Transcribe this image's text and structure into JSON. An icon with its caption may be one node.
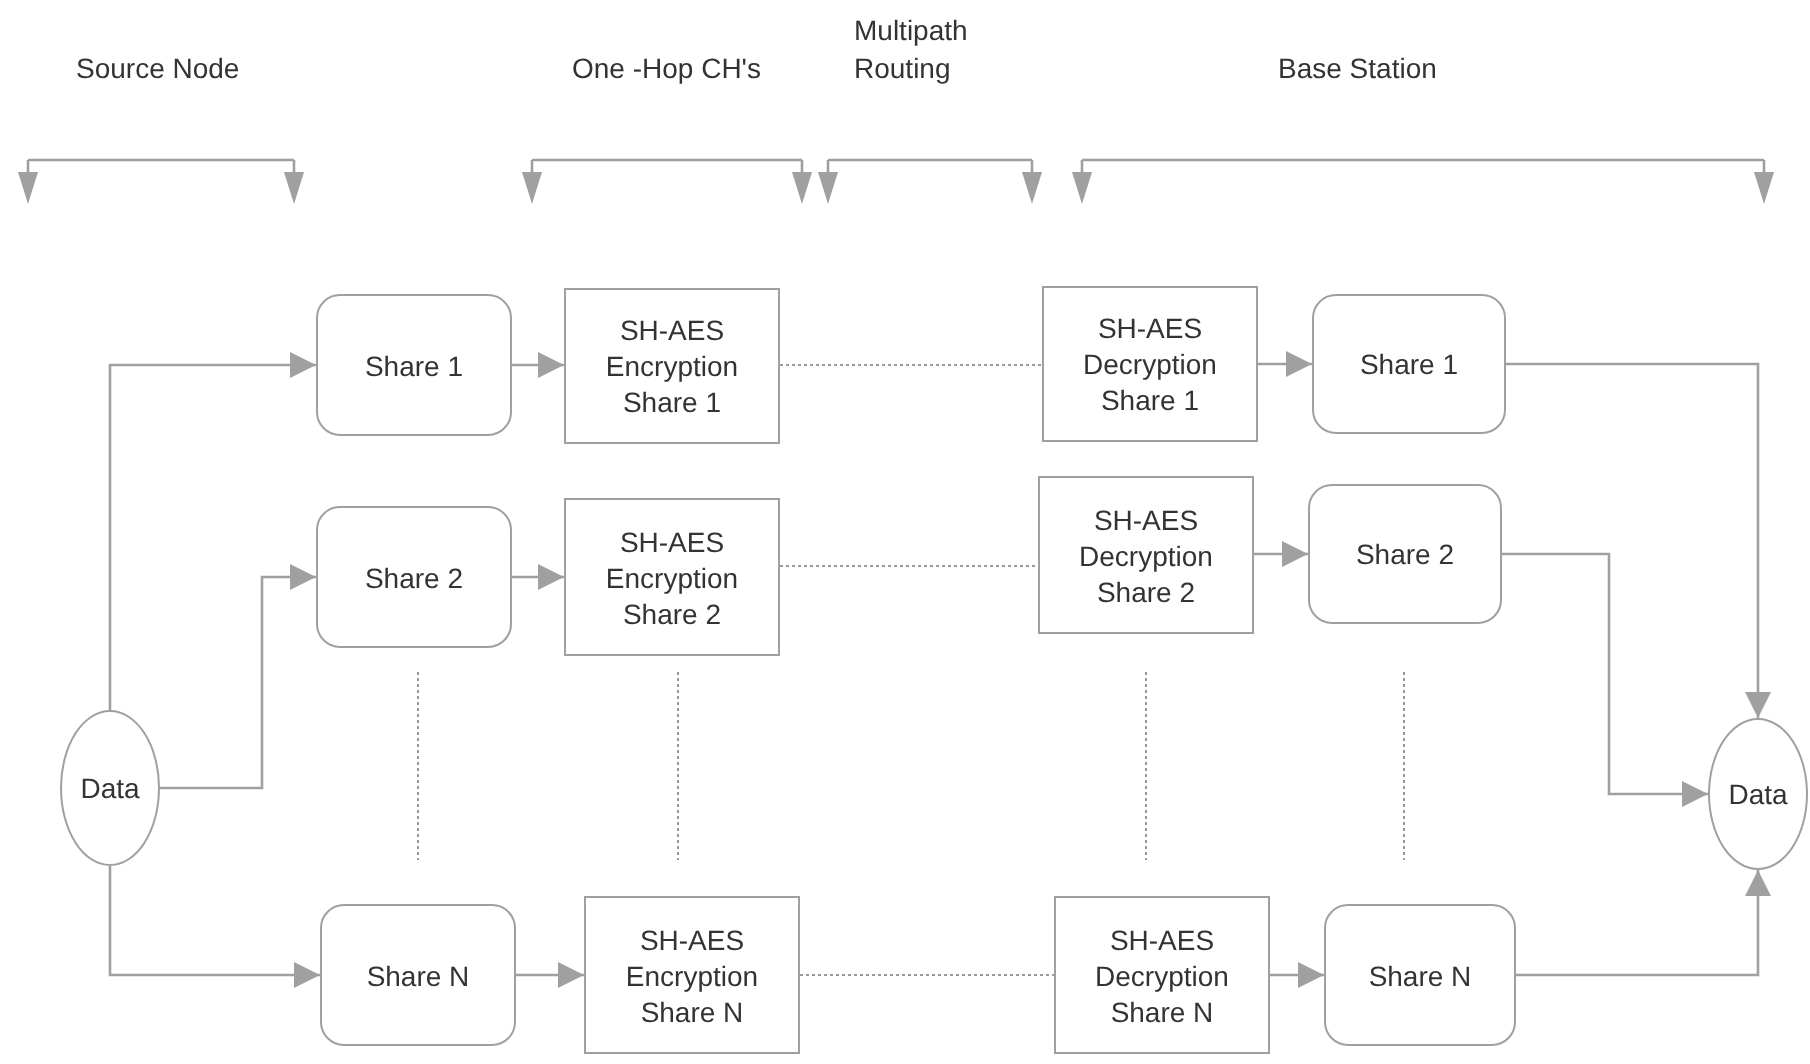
{
  "diagram": {
    "nodes": [
      {
        "text": [
          "Data"
        ]
      },
      {
        "text": [
          "Share 1"
        ]
      },
      {
        "text": [
          "Share 2"
        ]
      },
      {
        "text": [
          "Share N"
        ]
      },
      {
        "text": [
          "SH-AES Encryption Share 1"
        ]
      },
      {
        "text": [
          "SH-AES Encryption Share 2"
        ]
      },
      {
        "text": [
          "SH-AES Encryption Share N"
        ]
      },
      {
        "text": [
          "SH-AES Decryption Share 1"
        ]
      },
      {
        "text": [
          "SH-AES Decryption Share 2"
        ]
      },
      {
        "text": [
          "SH-AES Decryption Share N"
        ]
      },
      {
        "text": [
          "Share 1"
        ]
      },
      {
        "text": [
          "Share 2"
        ]
      },
      {
        "text": [
          "Share N"
        ]
      },
      {
        "text": [
          "Data"
        ]
      }
    ],
    "edges": [
      {
        "from": 0,
        "to": 1,
        "arrow": "to"
      },
      {
        "from": 0,
        "to": 2,
        "arrow": "to"
      },
      {
        "from": 0,
        "to": 3,
        "arrow": "to"
      },
      {
        "from": 1,
        "to": 4,
        "arrow": "to"
      },
      {
        "from": 2,
        "to": 5,
        "arrow": "to"
      },
      {
        "from": 3,
        "to": 6,
        "arrow": "to"
      },
      {
        "from": 4,
        "to": 7,
        "arrow": "none",
        "style": "dashed"
      },
      {
        "from": 5,
        "to": 8,
        "arrow": "none",
        "style": "dashed"
      },
      {
        "from": 6,
        "to": 9,
        "arrow": "none",
        "style": "dashed"
      },
      {
        "from": 7,
        "to": 10,
        "arrow": "to"
      },
      {
        "from": 8,
        "to": 11,
        "arrow": "to"
      },
      {
        "from": 9,
        "to": 12,
        "arrow": "to"
      },
      {
        "from": 10,
        "to": 13,
        "arrow": "to"
      },
      {
        "from": 11,
        "to": 13,
        "arrow": "to"
      },
      {
        "from": 12,
        "to": 13,
        "arrow": "to"
      }
    ],
    "labels": [
      "Source Node",
      "One -Hop CH's",
      "Multipath Routing",
      "Base Station"
    ]
  }
}
